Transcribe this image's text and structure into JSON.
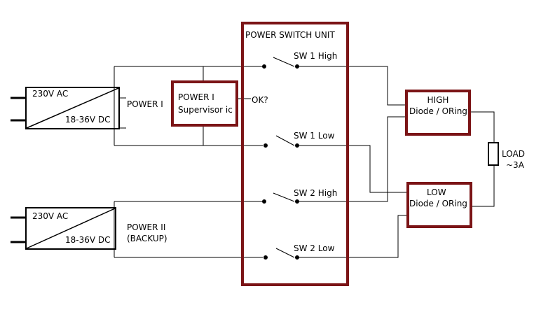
{
  "colors": {
    "box": "#7b1416",
    "wire": "#000000"
  },
  "psu1": {
    "ac": "230V AC",
    "dc": "18-36V DC"
  },
  "psu2": {
    "ac": "230V AC",
    "dc": "18-36V DC"
  },
  "power1_label": "POWER I",
  "power2_label_1": "POWER II",
  "power2_label_2": "(BACKUP)",
  "supervisor": {
    "line1": "POWER I",
    "line2": "Supervisor ic",
    "ok": "OK?"
  },
  "switch_unit": {
    "title": "POWER SWITCH UNIT",
    "sw1_high": "SW 1 High",
    "sw1_low": "SW 1 Low",
    "sw2_high": "SW 2 High",
    "sw2_low": "SW 2 Low"
  },
  "high_oring": {
    "line1": "HIGH",
    "line2": "Diode / ORing"
  },
  "low_oring": {
    "line1": "LOW",
    "line2": "Diode / ORing"
  },
  "load": {
    "line1": "LOAD",
    "line2": "~3A"
  }
}
